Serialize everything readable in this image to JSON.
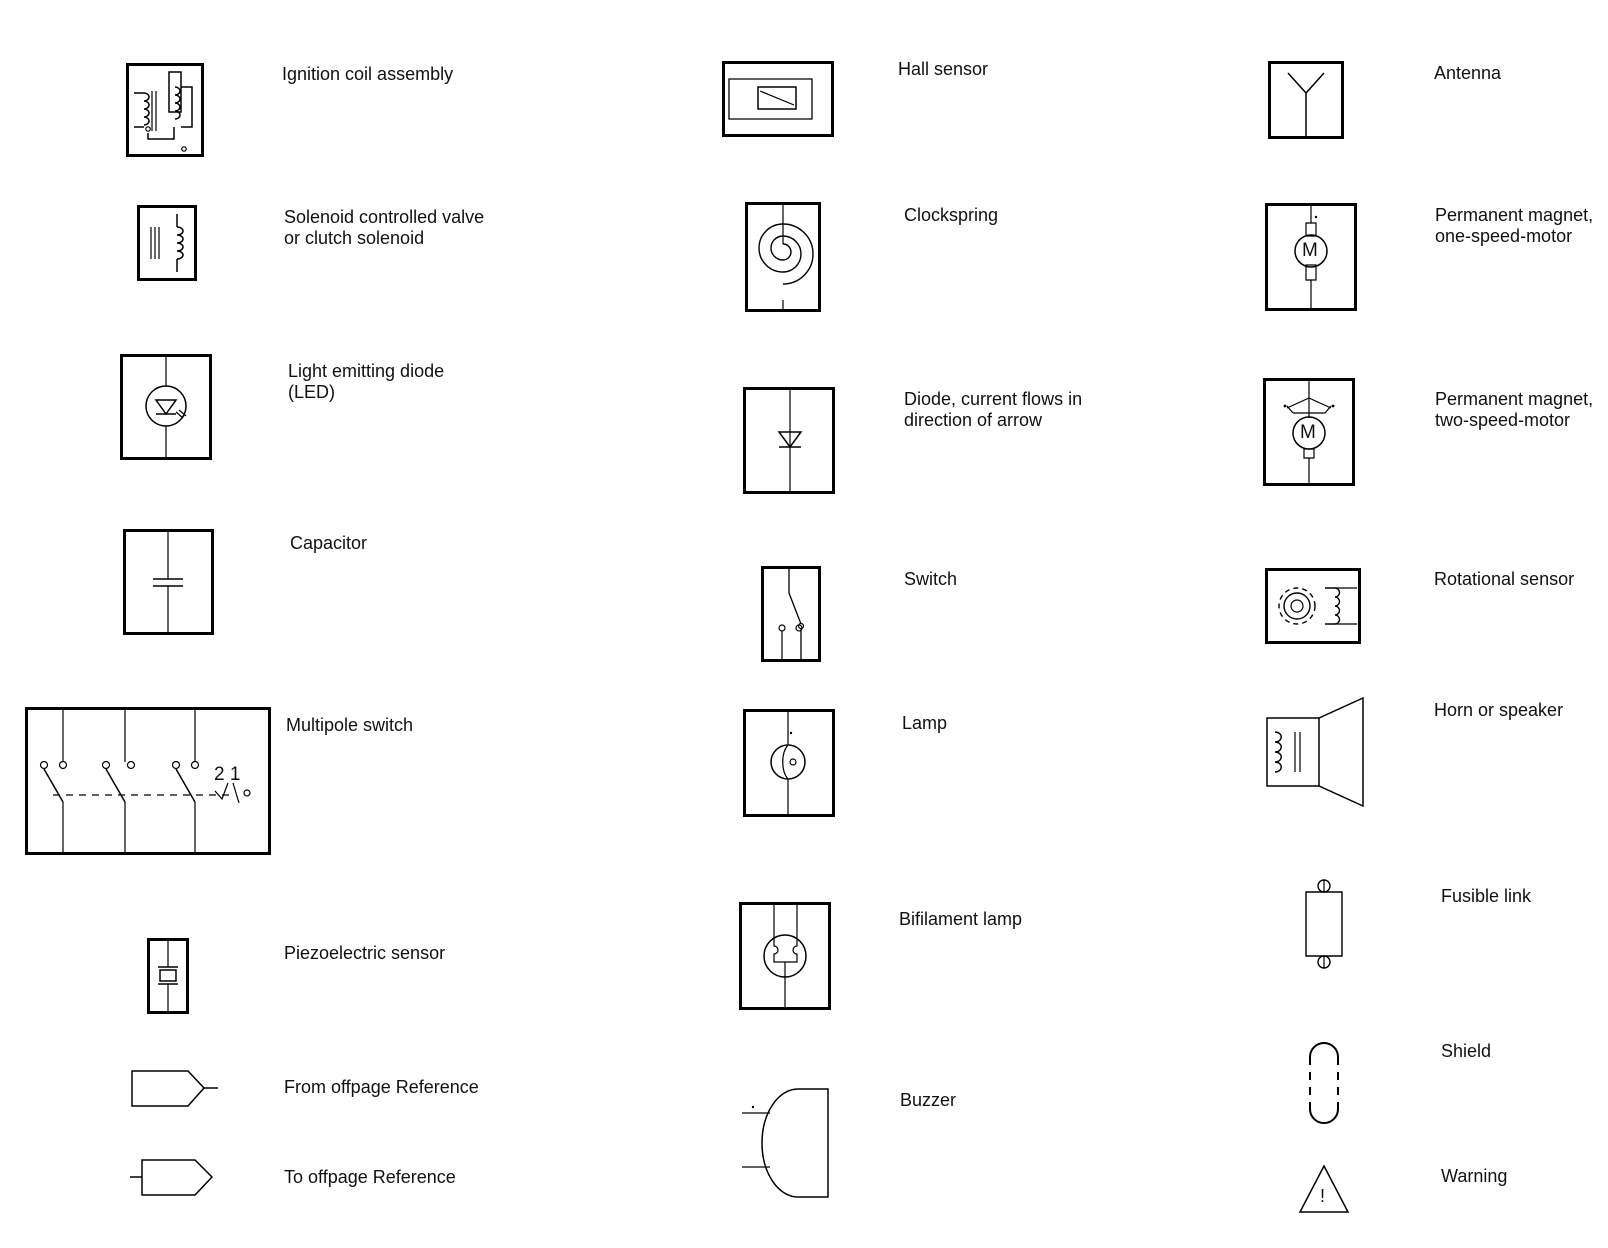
{
  "legend": {
    "ignition_coil": "Ignition coil assembly",
    "solenoid_valve": "Solenoid controlled valve\nor clutch solenoid",
    "led": "Light emitting diode\n(LED)",
    "capacitor": "Capacitor",
    "multipole_switch": "Multipole switch",
    "multipole_switch_digits": "2 1",
    "piezo_sensor": "Piezoelectric sensor",
    "from_offpage": "From offpage Reference",
    "to_offpage": "To offpage Reference",
    "hall_sensor": "Hall sensor",
    "clockspring": "Clockspring",
    "diode": "Diode, current flows in\ndirection of arrow",
    "switch": "Switch",
    "lamp": "Lamp",
    "bifilament_lamp": "Bifilament lamp",
    "buzzer": "Buzzer",
    "antenna": "Antenna",
    "motor_one_speed": "Permanent magnet,\none-speed-motor",
    "motor_two_speed": "Permanent magnet,\ntwo-speed-motor",
    "motor_letter": "M",
    "rotational_sensor": "Rotational sensor",
    "horn_speaker": "Horn or speaker",
    "fusible_link": "Fusible link",
    "shield": "Shield",
    "warning": "Warning",
    "warning_mark": "!"
  }
}
